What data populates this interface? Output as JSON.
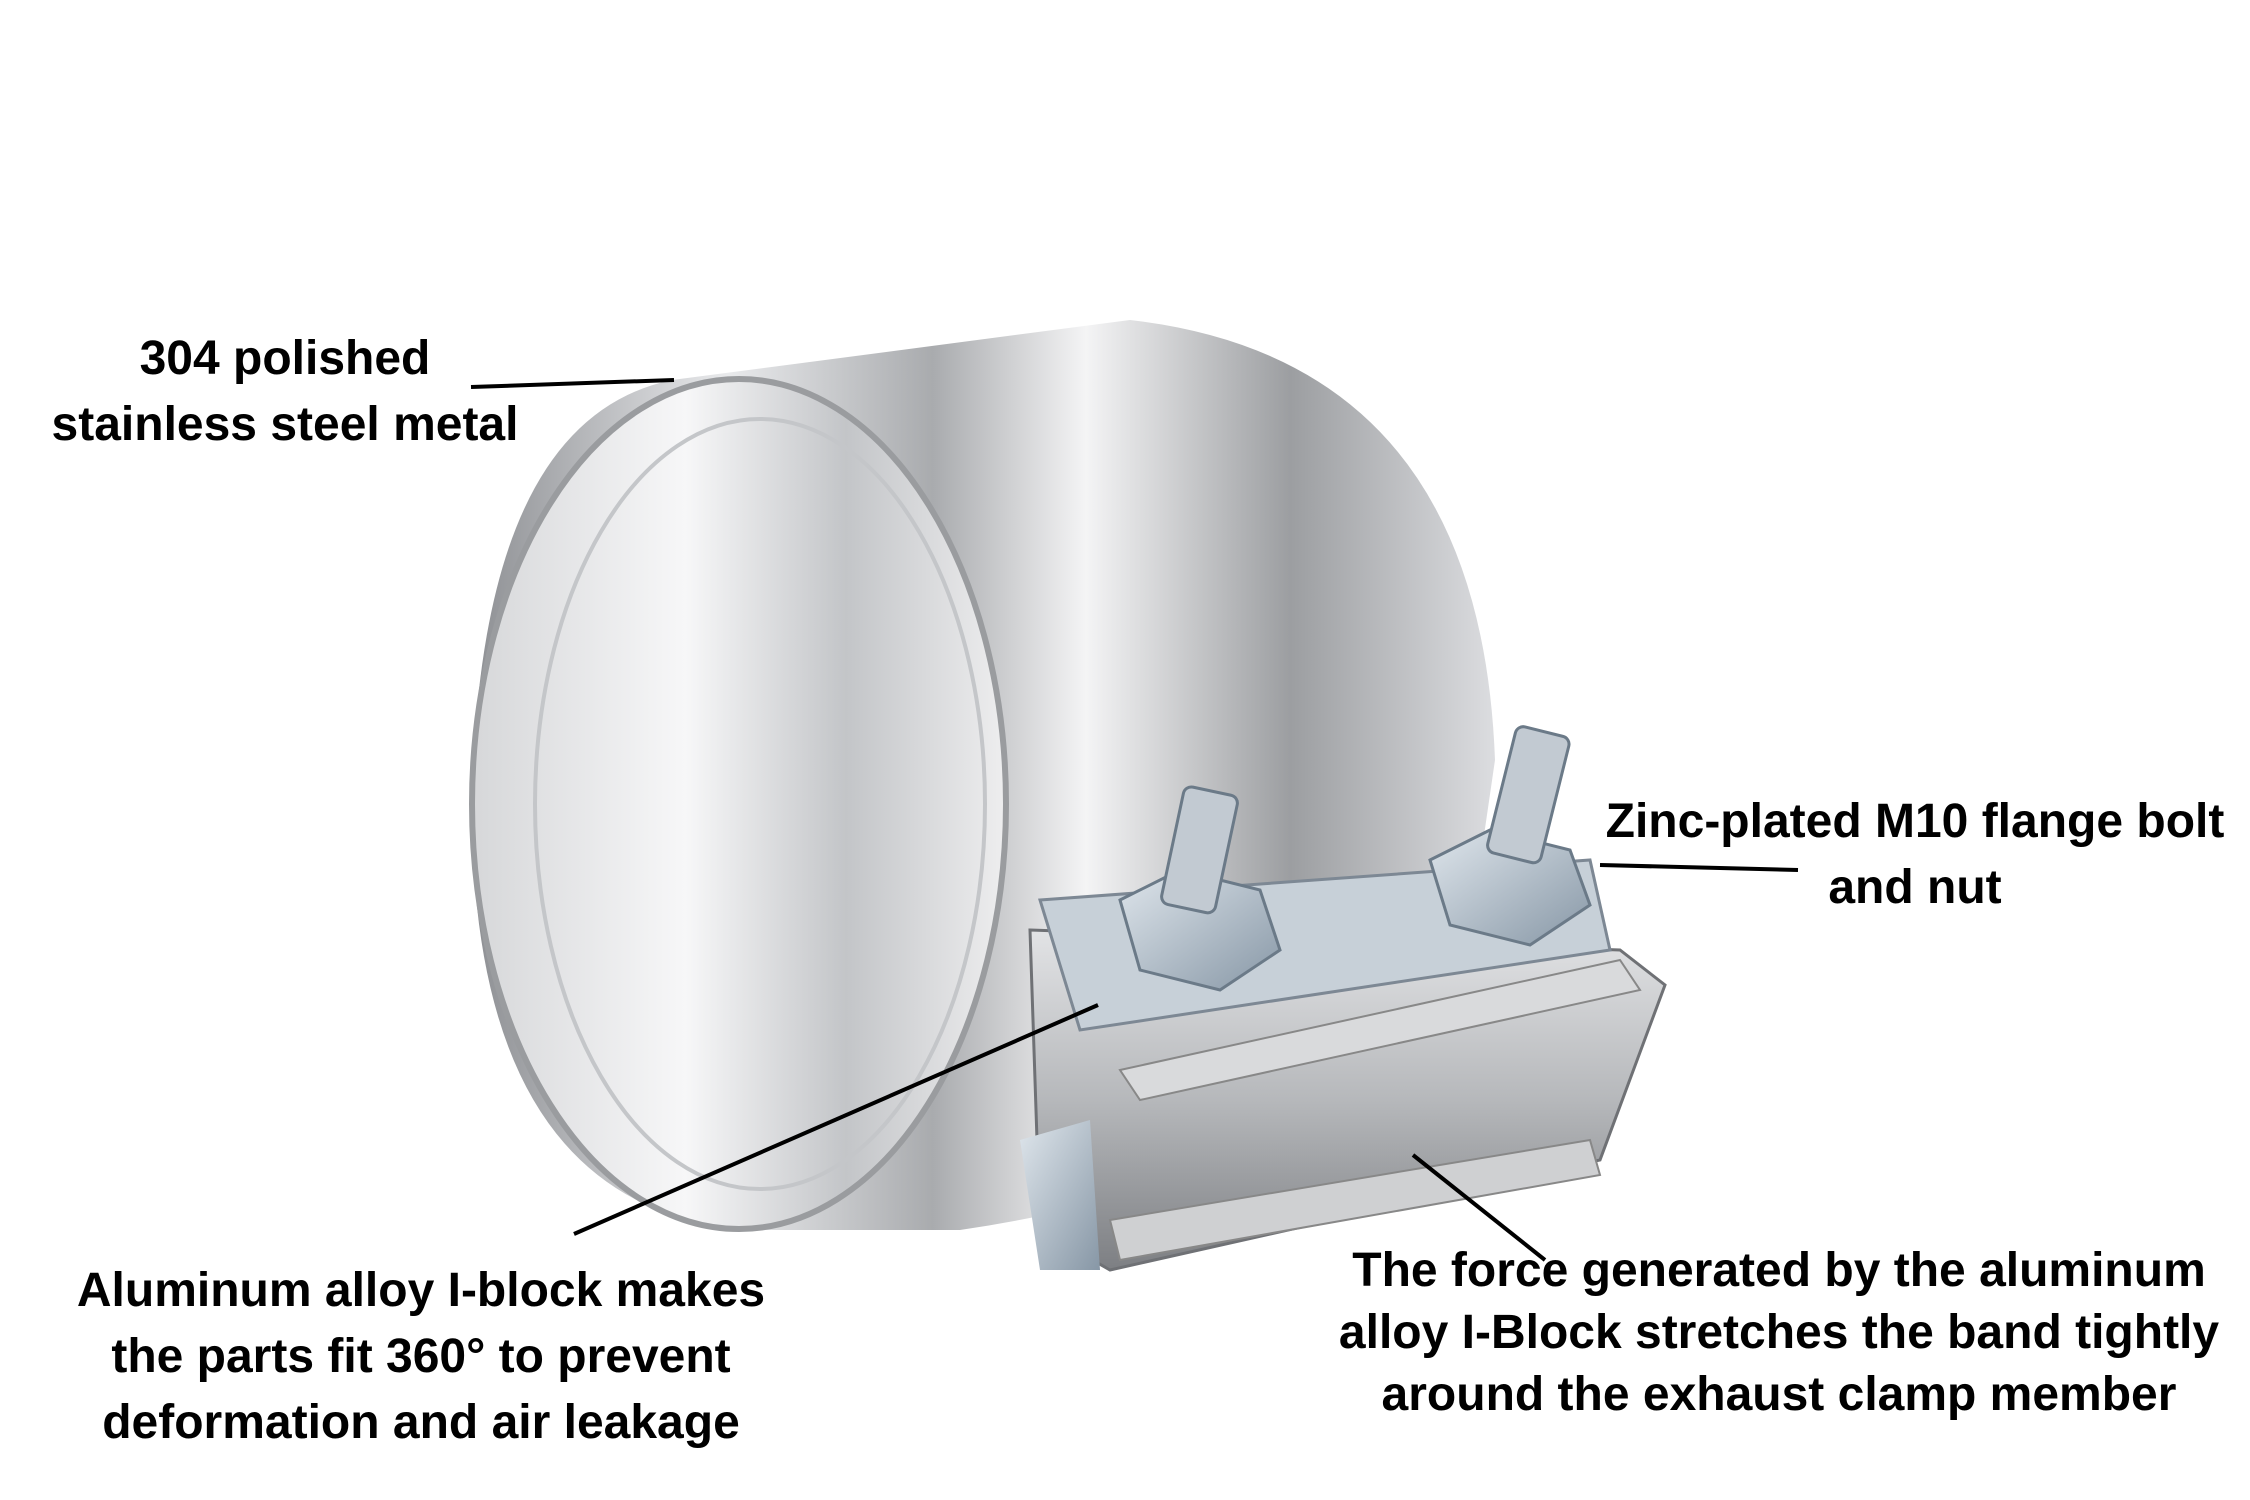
{
  "callouts": {
    "material": {
      "lines": [
        "304 polished",
        "stainless steel metal"
      ]
    },
    "bolt": {
      "lines": [
        "Zinc-plated M10 flange bolt",
        "and nut"
      ]
    },
    "iblock": {
      "lines": [
        "Aluminum alloy I-block makes",
        "the parts fit 360° to prevent",
        "deformation and air leakage"
      ]
    },
    "force": {
      "lines": [
        "The force generated by the aluminum",
        "alloy I-Block stretches the band tightly",
        "around the exhaust clamp member"
      ]
    }
  },
  "colors": {
    "text": "#000000",
    "background": "#ffffff",
    "steel": "#c9cacc",
    "zinc": "#b8c4cf"
  }
}
